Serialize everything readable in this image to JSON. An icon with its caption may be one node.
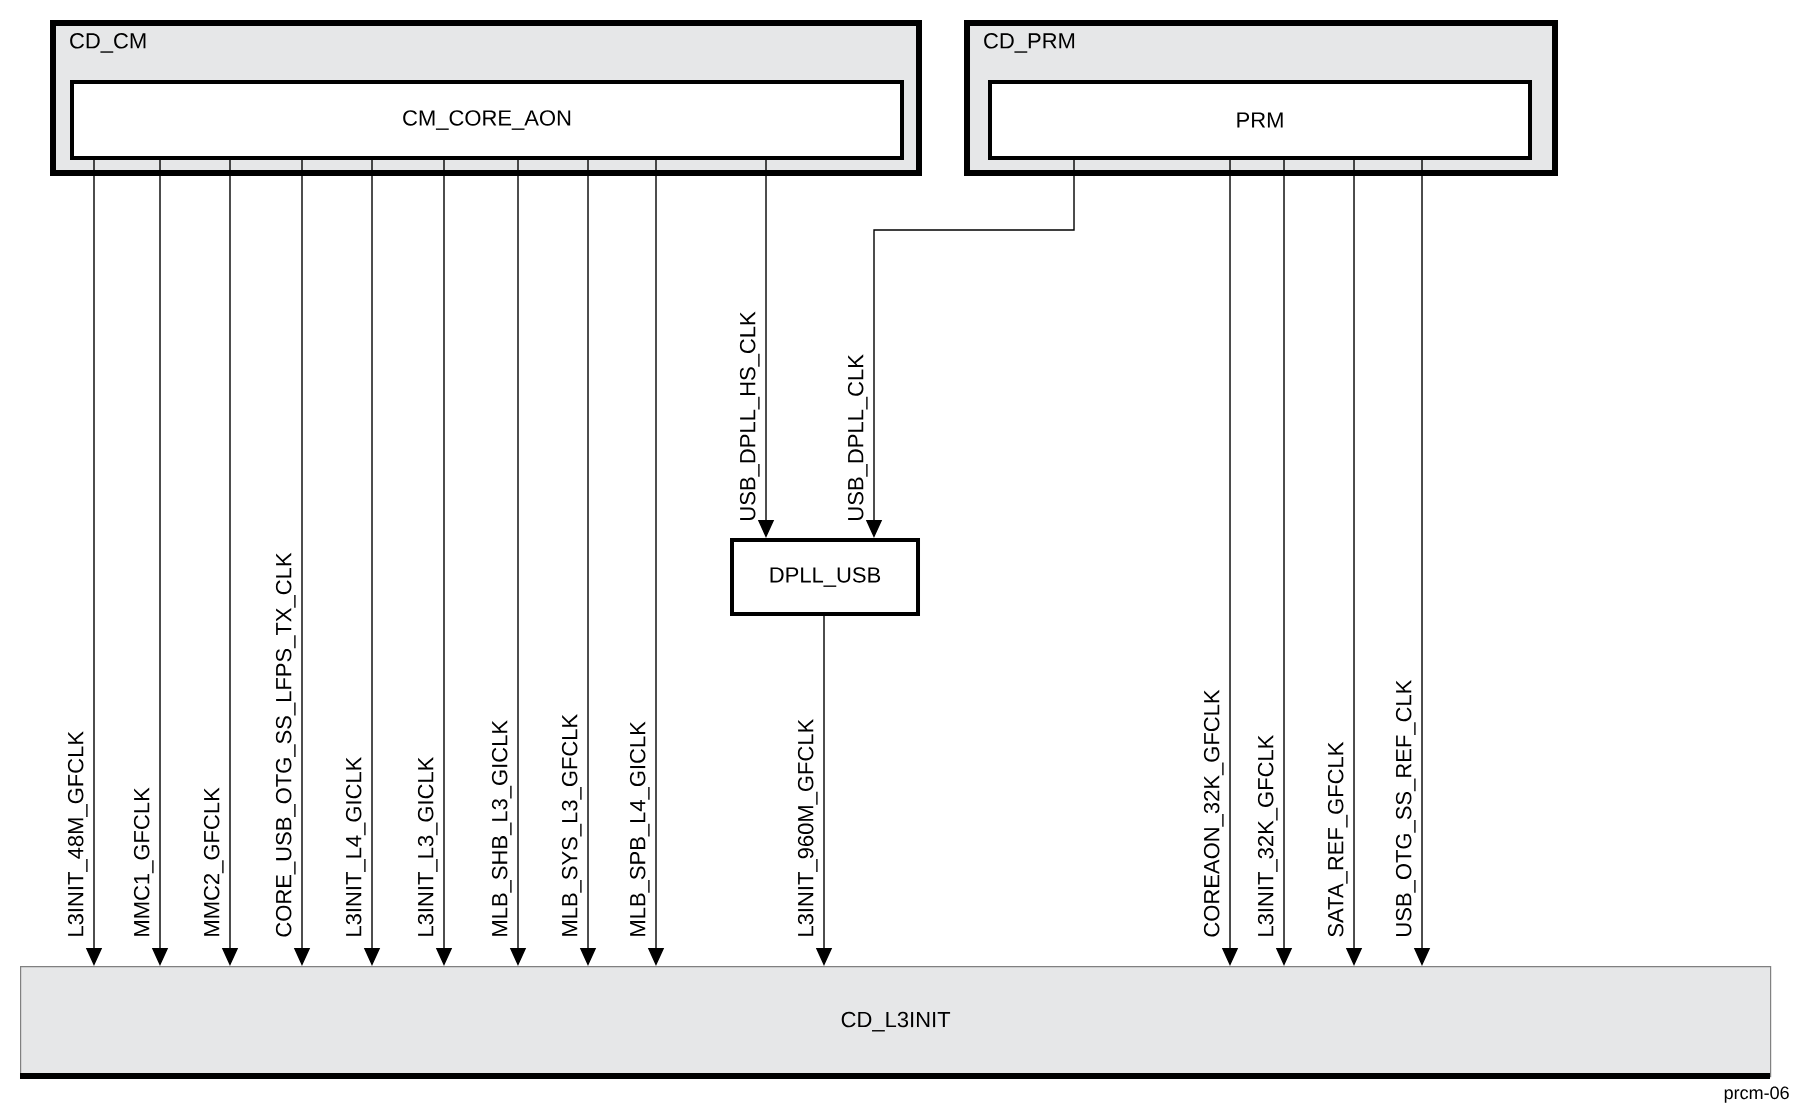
{
  "diagram": {
    "nodes": [
      {
        "text": [
          "CD_CM"
        ]
      },
      {
        "text": [
          "CM_CORE_AON"
        ],
        "in": 0
      },
      {
        "text": [
          "CD_PRM"
        ]
      },
      {
        "text": [
          "PRM"
        ],
        "in": 2
      },
      {
        "text": [
          "DPLL_USB"
        ]
      },
      {
        "text": [
          "CD_L3INIT"
        ]
      }
    ],
    "edges": [
      {
        "from": 1,
        "to": 5,
        "arrow": "to",
        "label": "L3INIT_48M_GFCLK"
      },
      {
        "from": 1,
        "to": 5,
        "arrow": "to",
        "label": "MMC1_GFCLK"
      },
      {
        "from": 1,
        "to": 5,
        "arrow": "to",
        "label": "MMC2_GFCLK"
      },
      {
        "from": 1,
        "to": 5,
        "arrow": "to",
        "label": "CORE_USB_OTG_SS_LFPS_TX_CLK"
      },
      {
        "from": 1,
        "to": 5,
        "arrow": "to",
        "label": "L3INIT_L4_GICLK"
      },
      {
        "from": 1,
        "to": 5,
        "arrow": "to",
        "label": "L3INIT_L3_GICLK"
      },
      {
        "from": 1,
        "to": 5,
        "arrow": "to",
        "label": "MLB_SHB_L3_GICLK"
      },
      {
        "from": 1,
        "to": 5,
        "arrow": "to",
        "label": "MLB_SYS_L3_GFCLK"
      },
      {
        "from": 1,
        "to": 5,
        "arrow": "to",
        "label": "MLB_SPB_L4_GICLK"
      },
      {
        "from": 1,
        "to": 4,
        "arrow": "to",
        "label": "USB_DPLL_HS_CLK"
      },
      {
        "from": 3,
        "to": 4,
        "arrow": "to",
        "label": "USB_DPLL_CLK"
      },
      {
        "from": 4,
        "to": 5,
        "arrow": "to",
        "label": "L3INIT_960M_GFCLK"
      },
      {
        "from": 3,
        "to": 5,
        "arrow": "to",
        "label": "COREAON_32K_GFCLK"
      },
      {
        "from": 3,
        "to": 5,
        "arrow": "to",
        "label": "L3INIT_32K_GFCLK"
      },
      {
        "from": 3,
        "to": 5,
        "arrow": "to",
        "label": "SATA_REF_GFCLK"
      },
      {
        "from": 3,
        "to": 5,
        "arrow": "to",
        "label": "USB_OTG_SS_REF_CLK"
      }
    ],
    "labels": [
      "prcm-06"
    ]
  }
}
